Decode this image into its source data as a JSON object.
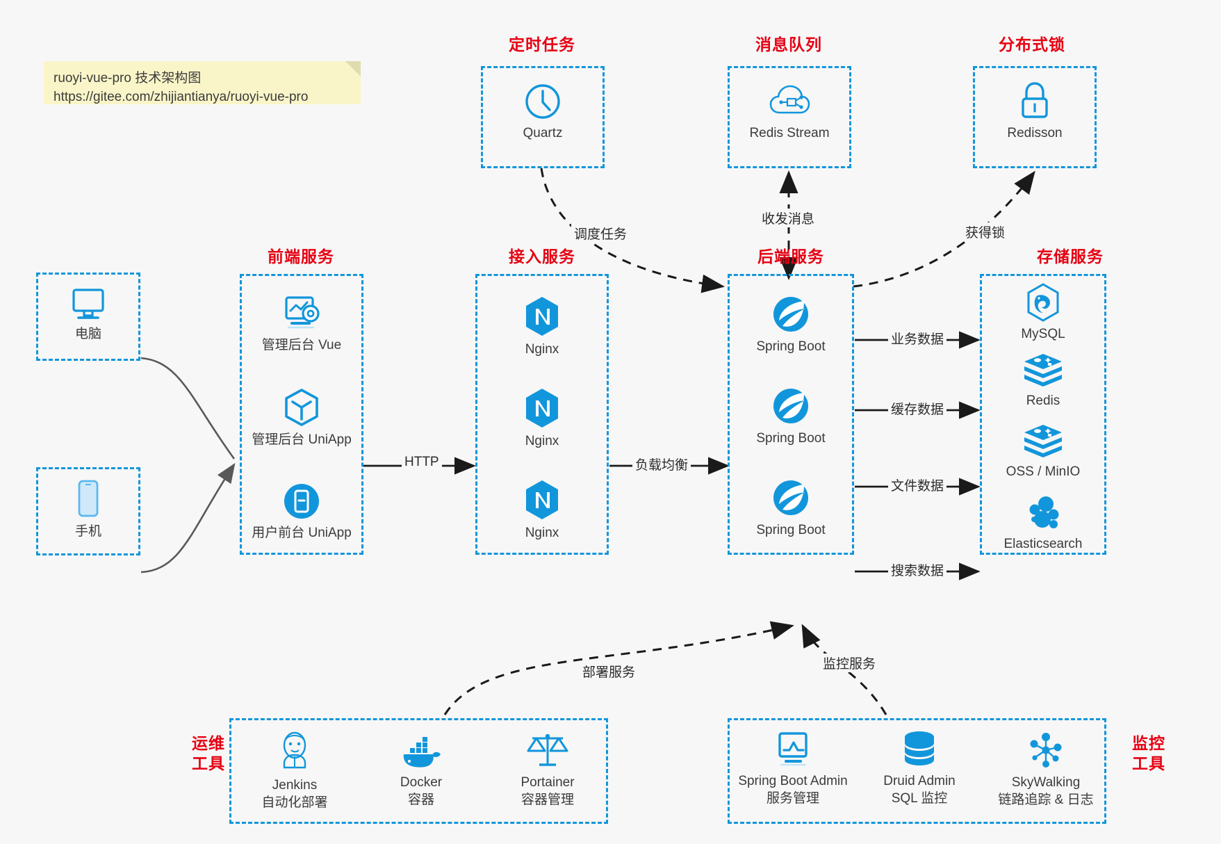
{
  "note": {
    "line1": "ruoyi-vue-pro 技术架构图",
    "line2": "https://gitee.com/zhijiantianya/ruoyi-vue-pro"
  },
  "colors": {
    "accent_blue": "#1296db",
    "heading_red": "#e60012",
    "background": "#f7f7f7",
    "text": "#3b3b3b",
    "arrow_gray": "#595959",
    "arrow_black": "#1a1a1a"
  },
  "groups": {
    "scheduled_task": {
      "title": "定时任务",
      "items": [
        {
          "label": "Quartz",
          "icon": "clock-icon"
        }
      ]
    },
    "message_queue": {
      "title": "消息队列",
      "items": [
        {
          "label": "Redis Stream",
          "icon": "cloud-network-icon"
        }
      ]
    },
    "distributed_lock": {
      "title": "分布式锁",
      "items": [
        {
          "label": "Redisson",
          "icon": "lock-icon"
        }
      ]
    },
    "clients": {
      "items": [
        {
          "label": "电脑",
          "icon": "desktop-monitor-icon"
        },
        {
          "label": "手机",
          "icon": "mobile-phone-icon"
        }
      ]
    },
    "frontend": {
      "title": "前端服务",
      "items": [
        {
          "label": "管理后台 Vue",
          "icon": "dashboard-gear-icon"
        },
        {
          "label": "管理后台 UniApp",
          "icon": "cube-icon"
        },
        {
          "label": "用户前台 UniApp",
          "icon": "mobile-app-icon"
        }
      ]
    },
    "gateway": {
      "title": "接入服务",
      "items": [
        {
          "label": "Nginx",
          "icon": "nginx-icon"
        },
        {
          "label": "Nginx",
          "icon": "nginx-icon"
        },
        {
          "label": "Nginx",
          "icon": "nginx-icon"
        }
      ]
    },
    "backend": {
      "title": "后端服务",
      "items": [
        {
          "label": "Spring Boot",
          "icon": "spring-boot-icon"
        },
        {
          "label": "Spring Boot",
          "icon": "spring-boot-icon"
        },
        {
          "label": "Spring Boot",
          "icon": "spring-boot-icon"
        }
      ]
    },
    "storage": {
      "title": "存储服务",
      "items": [
        {
          "label": "MySQL",
          "icon": "mysql-dolphin-icon"
        },
        {
          "label": "Redis",
          "icon": "redis-stack-icon"
        },
        {
          "label": "OSS / MinIO",
          "icon": "object-storage-icon"
        },
        {
          "label": "Elasticsearch",
          "icon": "elasticsearch-icon"
        }
      ]
    },
    "devops": {
      "title": "运维\n工具",
      "title_line1": "运维",
      "title_line2": "工具",
      "items": [
        {
          "label": "Jenkins",
          "sublabel": "自动化部署",
          "icon": "jenkins-butler-icon"
        },
        {
          "label": "Docker",
          "sublabel": "容器",
          "icon": "docker-whale-icon"
        },
        {
          "label": "Portainer",
          "sublabel": "容器管理",
          "icon": "scales-icon"
        }
      ]
    },
    "monitoring": {
      "title_line1": "监控",
      "title_line2": "工具",
      "items": [
        {
          "label": "Spring Boot Admin",
          "sublabel": "服务管理",
          "icon": "monitor-chart-icon"
        },
        {
          "label": "Druid Admin",
          "sublabel": "SQL 监控",
          "icon": "database-icon"
        },
        {
          "label": "SkyWalking",
          "sublabel": "链路追踪 & 日志",
          "icon": "skywalking-node-icon"
        }
      ]
    }
  },
  "edges": {
    "schedule_task": "调度任务",
    "send_receive_message": "收发消息",
    "acquire_lock": "获得锁",
    "http": "HTTP",
    "load_balance": "负载均衡",
    "business_data": "业务数据",
    "cache_data": "缓存数据",
    "file_data": "文件数据",
    "search_data": "搜索数据",
    "deploy_service": "部署服务",
    "monitor_service": "监控服务"
  }
}
